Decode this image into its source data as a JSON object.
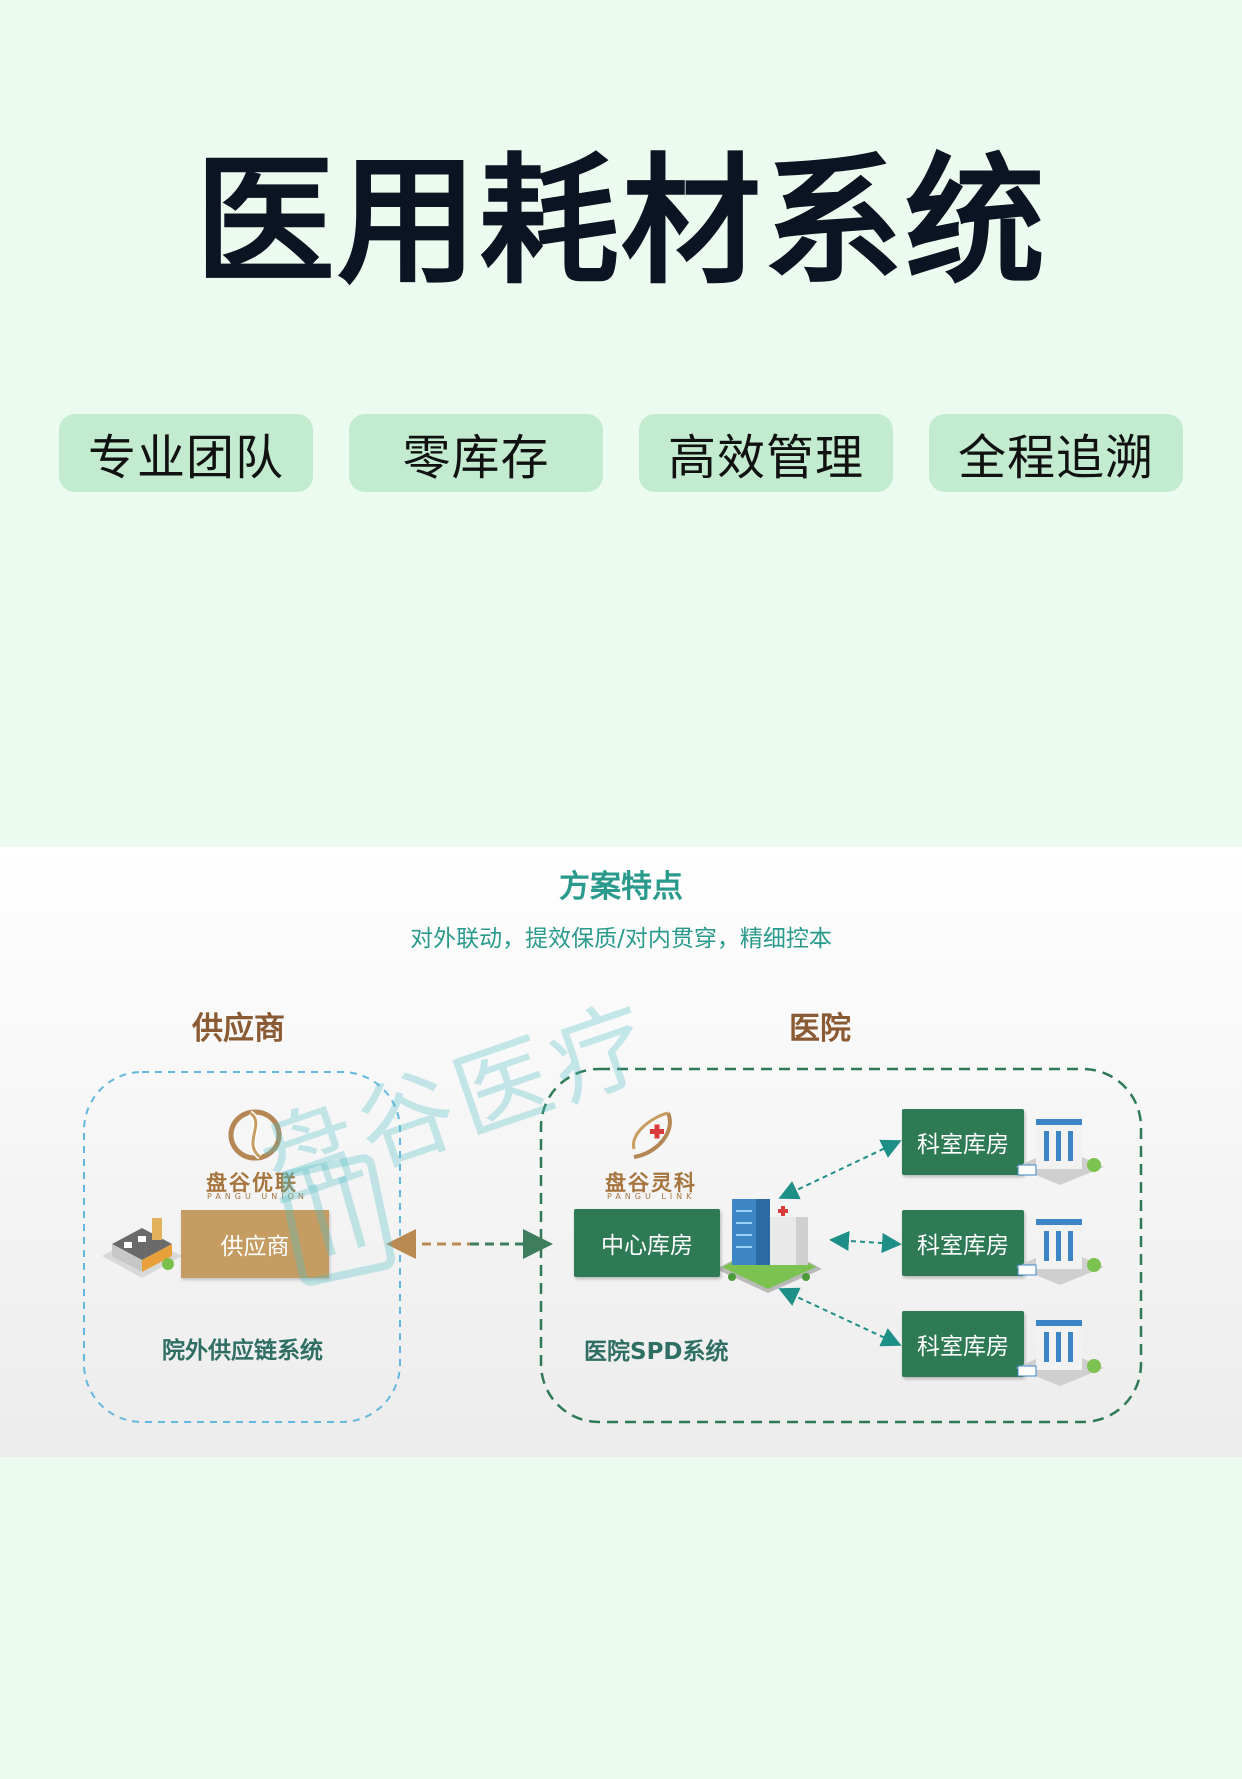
{
  "title": "医用耗材系统",
  "tags": [
    "专业团队",
    "零库存",
    "高效管理",
    "全程追溯"
  ],
  "diagram": {
    "heading": "方案特点",
    "subheading": "对外联动，提效保质/对内贯穿，精细控本",
    "supplier": {
      "label": "供应商",
      "logo_text": "盘谷优联",
      "logo_sub": "PANGU UNION",
      "box_label": "供应商",
      "system_label": "院外供应链系统"
    },
    "hospital": {
      "label": "医院",
      "logo_text": "盘谷灵科",
      "logo_sub": "PANGU LINK",
      "center_label": "中心库房",
      "dept_labels": [
        "科室库房",
        "科室库房",
        "科室库房"
      ],
      "system_label": "医院SPD系统"
    },
    "watermark": "盘谷医疗"
  },
  "colors": {
    "background": "#ebfbef",
    "tag_bg": "#c3ebcf",
    "accent_teal": "#2a9a8c",
    "green_box": "#2e7a55",
    "gold_box": "#c59c62",
    "brown_text": "#8a5a32"
  }
}
